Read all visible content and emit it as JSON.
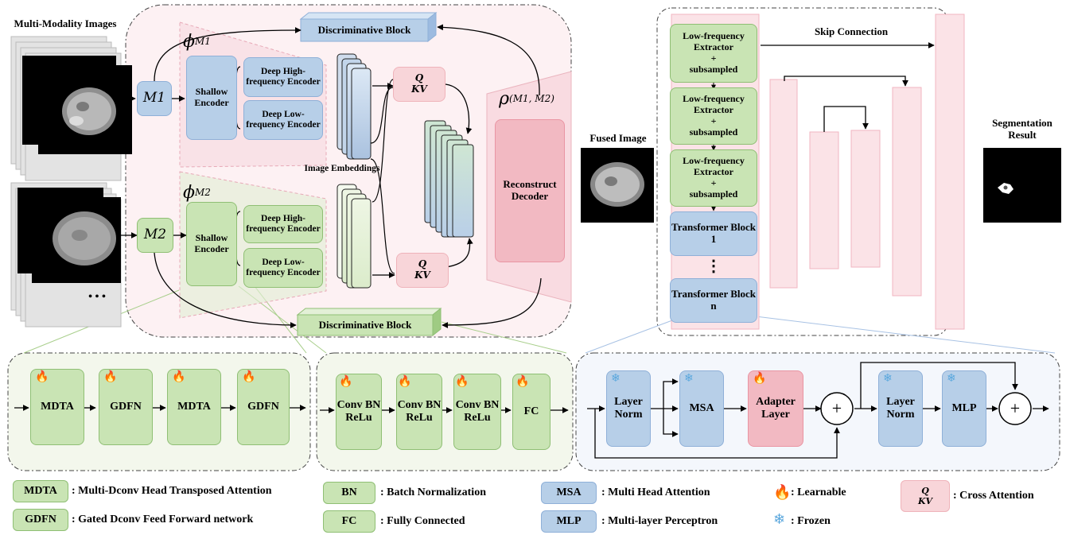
{
  "left": {
    "input_title": "Multi-Modality Images",
    "ellipsis": "• • •",
    "modalities": [
      "M1",
      "M2"
    ],
    "phi1": "ϕ",
    "phi1_sup": "M1",
    "phi2": "ϕ",
    "phi2_sup": "M2",
    "shallow_encoder": "Shallow Encoder",
    "deep_high": "Deep High-frequency Encoder",
    "deep_low": "Deep Low-frequency Encoder",
    "discriminative_block": "Discriminative Block",
    "image_embeddings": "Image Embeddings",
    "q_label": "Q",
    "kv_label": "KV",
    "rho": "ρ",
    "rho_sup": "(M1, M2)",
    "reconstruct_decoder": "Reconstruct Decoder"
  },
  "middle": {
    "fused_image": "Fused Image",
    "segmentation_result": "Segmentation Result",
    "skip_connection": "Skip Connection",
    "lf_extractor": "Low-frequency Extractor + subsampled",
    "lf_extractor_line1": "Low-frequency",
    "lf_extractor_line2": "Extractor",
    "lf_extractor_plus": "+",
    "lf_extractor_line3": "subsampled",
    "transformer_1": "Transformer Block 1",
    "transformer_n": "Transformer Block n",
    "vdots": "⋮"
  },
  "bottom": {
    "panel1": [
      "MDTA",
      "GDFN",
      "MDTA",
      "GDFN"
    ],
    "panel2_conv": "Conv BN ReLu",
    "panel2_fc": "FC",
    "layer_norm": "Layer Norm",
    "msa": "MSA",
    "adapter": "Adapter Layer",
    "mlp": "MLP",
    "plus": "+"
  },
  "legend": [
    {
      "key": "MDTA",
      "text": ": Multi-Dconv Head Transposed Attention"
    },
    {
      "key": "GDFN",
      "text": ": Gated Dconv Feed Forward network"
    },
    {
      "key": "BN",
      "text": ": Batch Normalization"
    },
    {
      "key": "FC",
      "text": ": Fully Connected"
    },
    {
      "key": "MSA",
      "text": ": Multi Head Attention"
    },
    {
      "key": "MLP",
      "text": ": Multi-layer Perceptron"
    },
    {
      "icon": "fire-icon",
      "text": ": Learnable"
    },
    {
      "icon": "snowflake-icon",
      "text": ": Frozen"
    },
    {
      "key_q": "Q",
      "key_kv": "KV",
      "text": ": Cross Attention"
    }
  ],
  "colors": {
    "blue_block": "#b7cfe8",
    "green_block": "#c9e4b4",
    "pink_block": "#f8d5d9",
    "dark_pink_block": "#f2b9c2",
    "panel_pink": "#fdf1f3",
    "panel_green": "#f3f7ec",
    "panel_blue": "#f4f7fc"
  }
}
